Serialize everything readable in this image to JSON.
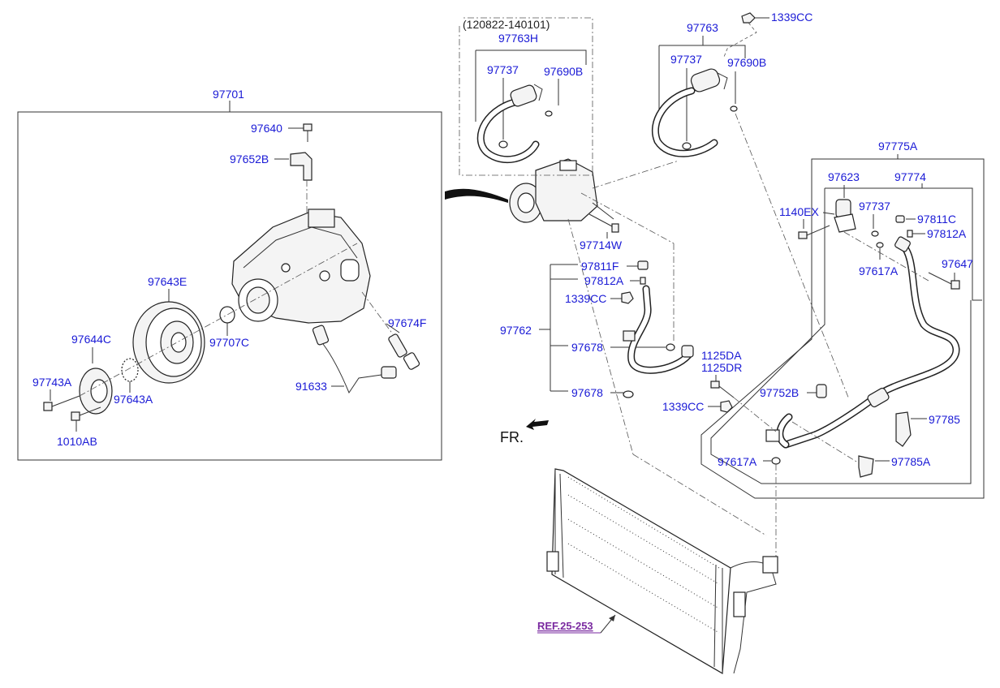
{
  "labels": {
    "compressor_assy": "97701",
    "bolt_97640": "97640",
    "bracket_97652b": "97652B",
    "pulley_97643e": "97643E",
    "seal_97707c": "97707C",
    "valve_97674f": "97674F",
    "hub_97644c": "97644C",
    "bolt_97743a": "97743A",
    "shim_97643a": "97643A",
    "bolt_1010ab": "1010AB",
    "wire_91633": "91633",
    "date_range": "(120822-140101)",
    "hose_97763h": "97763H",
    "oring_97737_a": "97737",
    "oring_97690b_a": "97690B",
    "hose_97763": "97763",
    "oring_97737_b": "97737",
    "oring_97690b_b": "97690B",
    "nut_1339cc_top": "1339CC",
    "bolt_97714w": "97714W",
    "cap_97811f": "97811F",
    "core_97812a_a": "97812A",
    "nut_1339cc_mid": "1339CC",
    "pipe_97762": "97762",
    "oring_97678_a": "97678",
    "oring_97678_b": "97678",
    "fr_text": "FR.",
    "bolt_1125da": "1125DA",
    "bolt_1125dr": "1125DR",
    "valve_97752b": "97752B",
    "nut_1339cc_low": "1339CC",
    "oring_97617a_low": "97617A",
    "bracket_97785": "97785",
    "bracket_97785a": "97785A",
    "pipe_assy_97775a": "97775A",
    "valve_97623": "97623",
    "pipe_97774": "97774",
    "bolt_1140ex": "1140EX",
    "oring_97737_c": "97737",
    "cap_97811c": "97811C",
    "core_97812a_b": "97812A",
    "oring_97617a_up": "97617A",
    "bolt_97647": "97647",
    "ref_link": "REF.25-253"
  },
  "colors": {
    "label": "#1a1ad6",
    "ref": "#7a2aa0",
    "line": "#333333"
  }
}
